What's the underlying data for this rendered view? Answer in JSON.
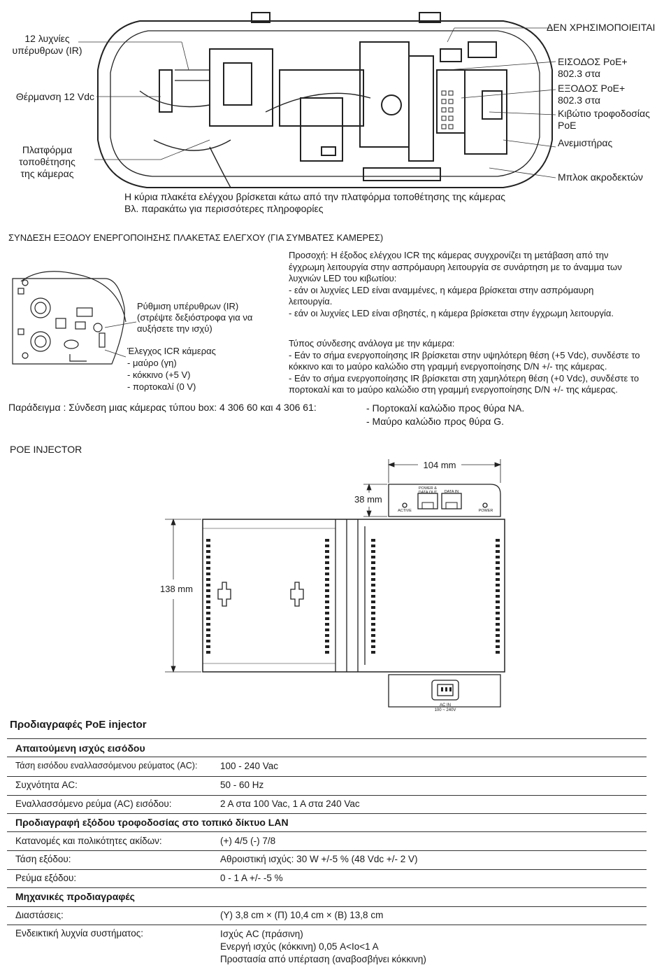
{
  "camera": {
    "left_labels": {
      "ir_leds": "12 λυχνίες\nυπέρυθρων (IR)",
      "heater": "Θέρμανση 12 Vdc",
      "platform": "Πλατφόρμα\nτοποθέτησης\nτης κάμερας"
    },
    "right_labels": {
      "not_used": "ΔΕΝ ΧΡΗΣΙΜΟΠΟΙΕΙΤΑΙ",
      "poe_in": "ΕΙΣΟΔΟΣ PoE+\n802.3 στα",
      "poe_out": "ΕΞΟΔΟΣ PoE+\n802.3 στα",
      "psu_box": "Κιβώτιο τροφοδοσίας\nPoE",
      "fan": "Ανεμιστήρας",
      "terminal_block": "Μπλοκ ακροδεκτών"
    },
    "note_line1": "Η κύρια πλακέτα ελέγχου βρίσκεται κάτω από την πλατφόρμα τοποθέτησης της κάμερας",
    "note_line2": "Βλ. παρακάτω για περισσότερες πληροφορίες"
  },
  "section": {
    "title": "ΣΥΝΔΕΣΗ ΕΞΟΔΟΥ ΕΝΕΡΓΟΠΟΙΗΣΗΣ ΠΛΑΚΕΤΑΣ ΕΛΕΓΧΟΥ (ΓΙΑ ΣΥΜΒΑΤΕΣ ΚΑΜΕΡΕΣ)",
    "ir_adjust": "Ρύθμιση υπέρυθρων (IR)\n(στρέψτε δεξιόστροφα για να\nαυξήσετε την ισχύ)",
    "icr_control": "Έλεγχος ICR κάμερας\n- μαύρο (γη)\n- κόκκινο (+5 V)\n- πορτοκαλί (0 V)",
    "caution": "Προσοχή: Η έξοδος ελέγχου ICR της κάμερας συγχρονίζει τη μετάβαση από την\nέγχρωμη λειτουργία στην ασπρόμαυρη λειτουργία σε συνάρτηση με το άναμμα των\nλυχνιών LED του κιβωτίου:\n- εάν οι λυχνίες LED είναι αναμμένες, η κάμερα βρίσκεται στην ασπρόμαυρη\n   λειτουργία.\n- εάν οι λυχνίες LED είναι σβηστές, η κάμερα βρίσκεται στην έγχρωμη λειτουργία.",
    "connection_type": "Τύπος σύνδεσης ανάλογα με την κάμερα:\n- Εάν το σήμα ενεργοποίησης IR βρίσκεται στην υψηλότερη θέση (+5 Vdc), συνδέστε το\n   κόκκινο και το μαύρο καλώδιο στη γραμμή ενεργοποίησης D/N +/- της κάμερας.\n- Εάν το σήμα ενεργοποίησης IR βρίσκεται στη χαμηλότερη θέση (+0 Vdc), συνδέστε το\n   πορτοκαλί και το μαύρο καλώδιο στη γραμμή ενεργοποίησης D/N +/- της κάμερας.",
    "example": "Παράδειγμα : Σύνδεση μιας κάμερας τύπου box: 4 306 60 και 4 306 61:",
    "example_wires": "- Πορτοκαλί καλώδιο προς θύρα NA.\n- Μαύρο καλώδιο προς θύρα G."
  },
  "injector": {
    "title": "POE INJECTOR",
    "dim_width": "104 mm",
    "dim_height": "38 mm",
    "dim_depth": "138 mm",
    "port_power_data_out": "POWER &\nDATA OUT",
    "port_data_in": "DATA IN",
    "led_active": "ACTIVE",
    "led_power": "POWER",
    "ac_in": "AC IN\n100 ~ 240V"
  },
  "specs": {
    "title": "Προδιαγραφές PoE injector",
    "sec1": "Απαιτούμενη ισχύς εισόδου",
    "r1_label": "Τάση εισόδου εναλλασσόμενου ρεύματος (AC):",
    "r1_value": "100 - 240 Vac",
    "r2_label": "Συχνότητα AC:",
    "r2_value": "50 - 60 Hz",
    "r3_label": "Εναλλασσόμενο ρεύμα (AC) εισόδου:",
    "r3_value": "2 A στα 100 Vac, 1 A στα 240 Vac",
    "sec2": "Προδιαγραφή εξόδου τροφοδοσίας στο τοπικό δίκτυο LAN",
    "r4_label": "Κατανομές και πολικότητες ακίδων:",
    "r4_value": "(+) 4/5   (-) 7/8",
    "r5_label": "Τάση εξόδου:",
    "r5_value": "Αθροιστική ισχύς: 30 W +/-5 % (48 Vdc +/- 2 V)",
    "r6_label": "Ρεύμα εξόδου:",
    "r6_value": "0 - 1 A +/- -5 %",
    "sec3": "Μηχανικές προδιαγραφές",
    "r7_label": "Διαστάσεις:",
    "r7_value": "(Υ) 3,8 cm × (Π) 10,4 cm × (Β) 13,8 cm",
    "r8_label": "Ενδεικτική λυχνία συστήματος:",
    "r8_value": "Ισχύς AC (πράσινη)\nΕνεργή ισχύς (κόκκινη) 0,05 A<Io<1 A\nΠροστασία από υπέρταση (αναβοσβήνει κόκκινη)"
  }
}
